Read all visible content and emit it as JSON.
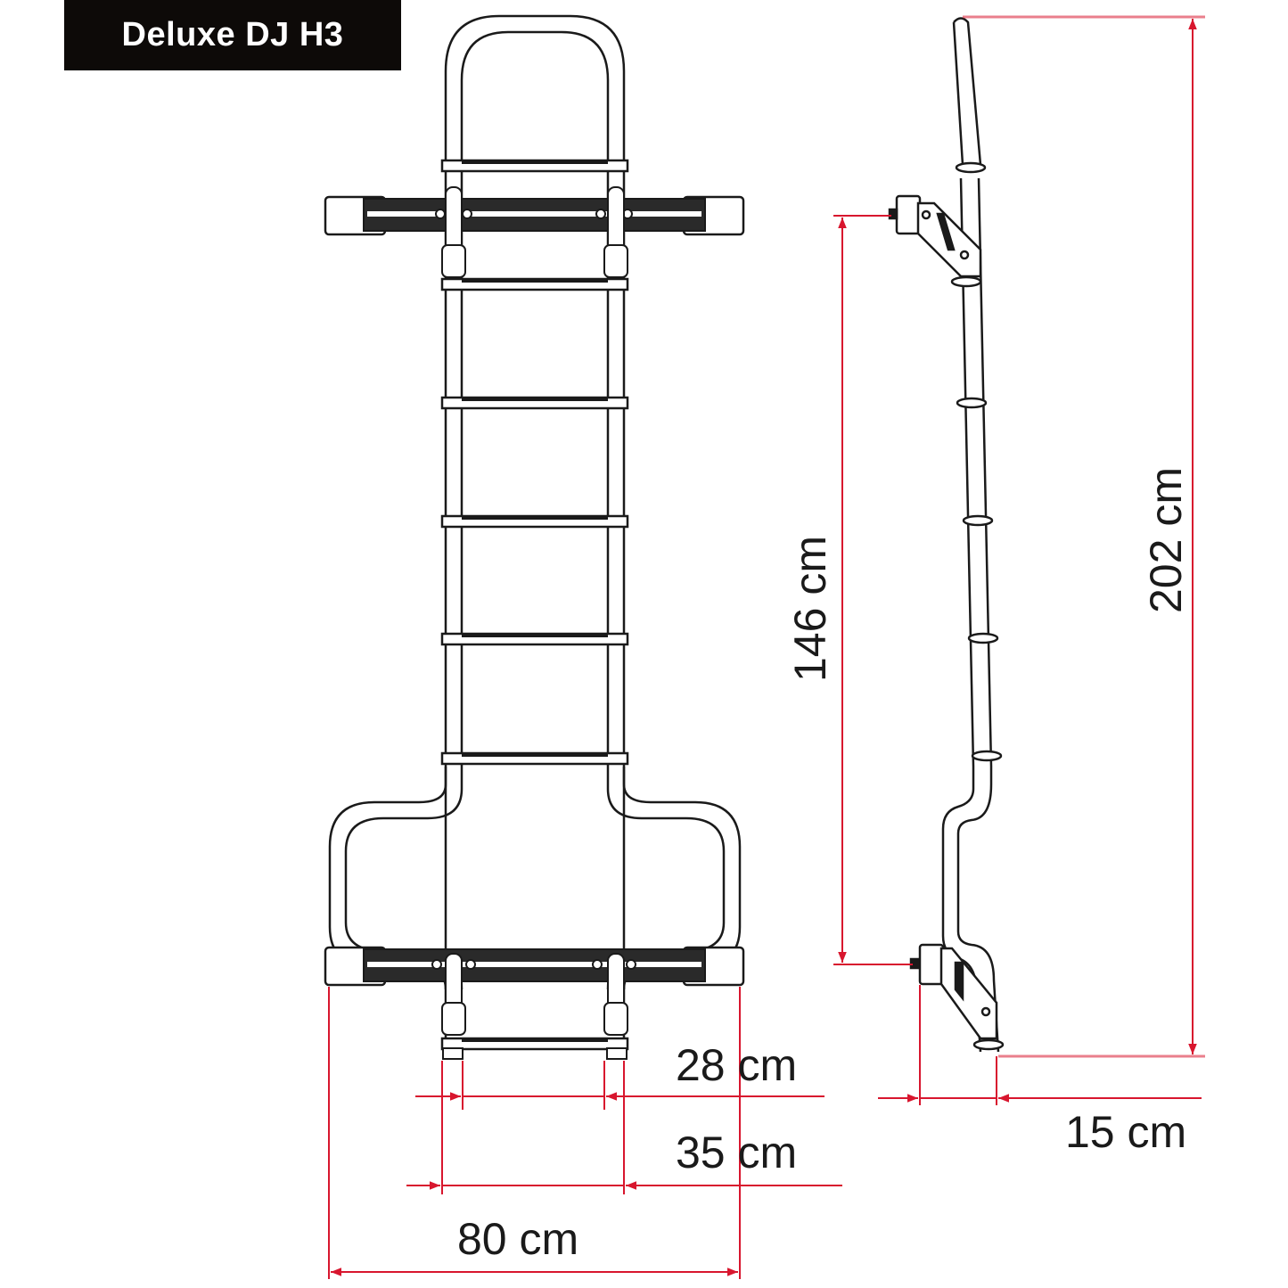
{
  "title": "Deluxe DJ H3",
  "colors": {
    "title_bg": "#0d0a08",
    "title_fg": "#ffffff",
    "dimension_line": "#d8162e",
    "drawing_line": "#1a1a1a",
    "background": "#ffffff"
  },
  "views": {
    "front": {
      "label": "front-view",
      "rungs": 7,
      "mounting_rails": 2
    },
    "side": {
      "label": "side-view",
      "brackets": 2
    }
  },
  "dimensions": {
    "overall_height": {
      "value": "202",
      "unit": "cm",
      "label": "202 cm"
    },
    "bracket_spacing": {
      "value": "146",
      "unit": "cm",
      "label": "146 cm"
    },
    "inner_width": {
      "value": "28",
      "unit": "cm",
      "label": "28 cm"
    },
    "outer_width": {
      "value": "35",
      "unit": "cm",
      "label": "35 cm"
    },
    "rail_width": {
      "value": "80",
      "unit": "cm",
      "label": "80 cm"
    },
    "wall_offset": {
      "value": "15",
      "unit": "cm",
      "label": "15 cm"
    }
  }
}
